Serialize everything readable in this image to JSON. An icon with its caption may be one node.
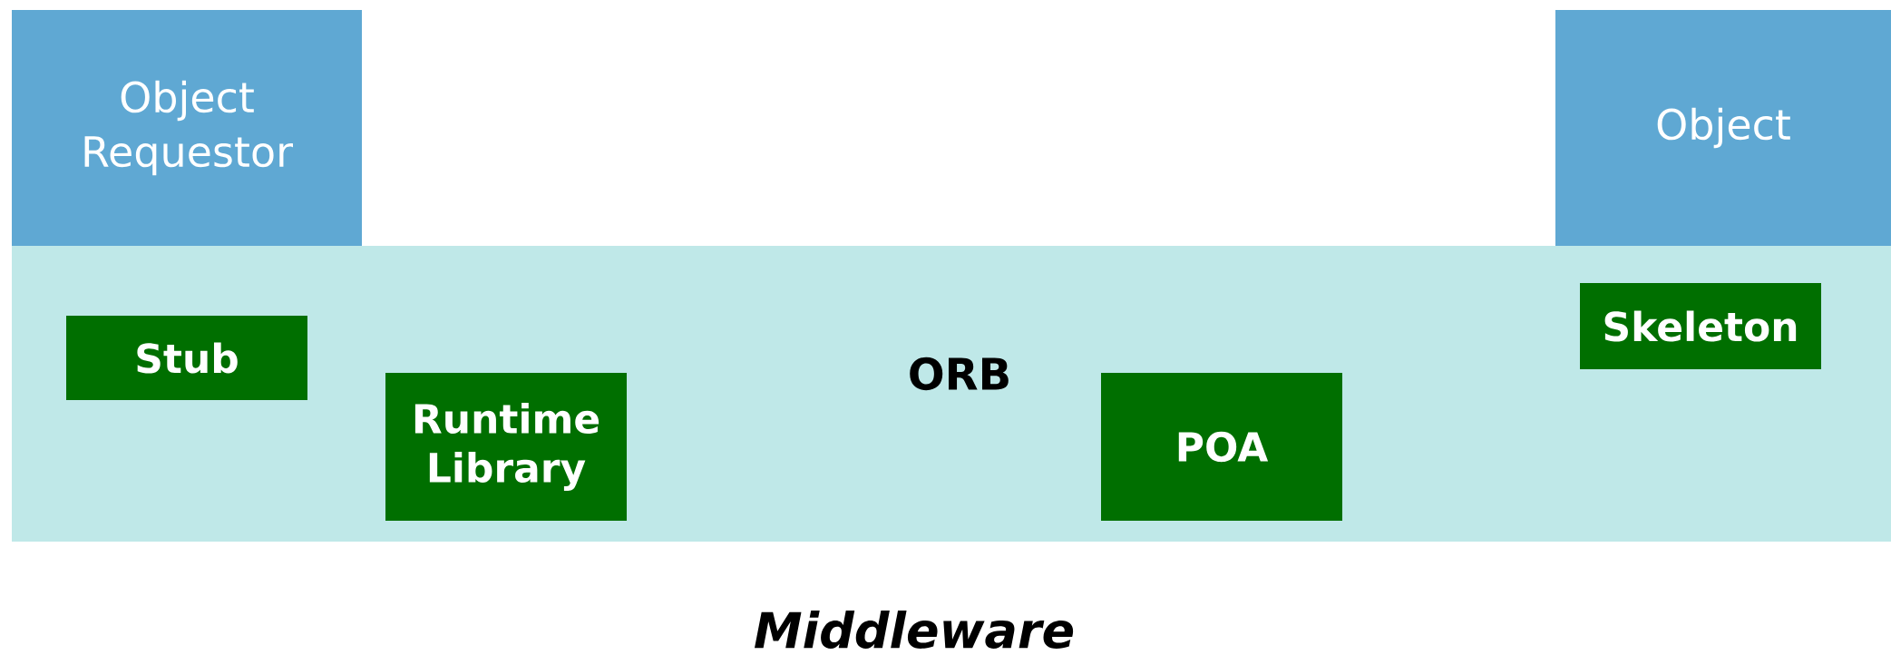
{
  "diagram": {
    "caption": "Middleware",
    "nodes": [
      {
        "text": [
          "Object Requestor"
        ]
      },
      {
        "text": [
          "Object"
        ]
      },
      {
        "text": [
          "ORB"
        ]
      },
      {
        "text": [
          "Stub"
        ],
        "in": 2
      },
      {
        "text": [
          "Runtime Library"
        ],
        "in": 2
      },
      {
        "text": [
          "POA"
        ],
        "in": 2
      },
      {
        "text": [
          "Skeleton"
        ],
        "in": 2
      }
    ]
  }
}
